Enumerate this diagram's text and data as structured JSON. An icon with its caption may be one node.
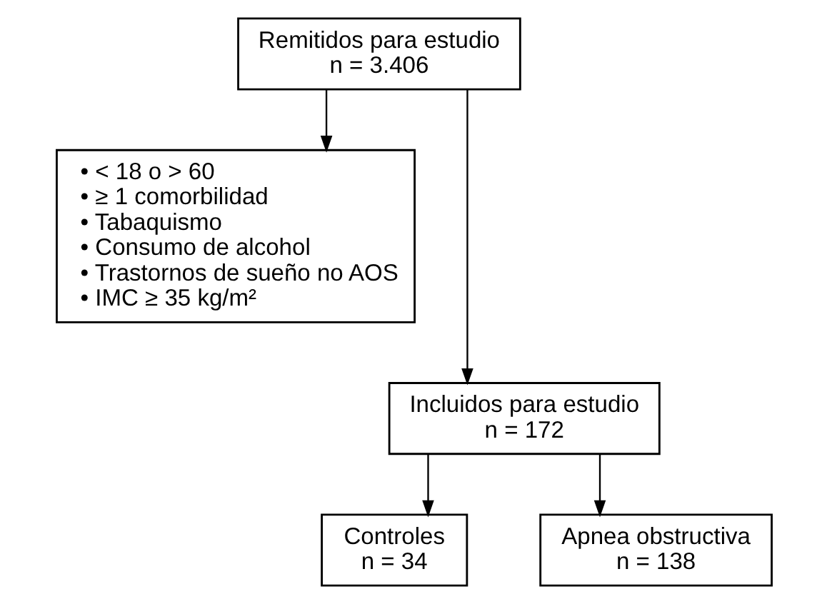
{
  "diagram": {
    "nodes": [
      {
        "text": [
          "Remitidos para estudio",
          "n = 3.406"
        ]
      },
      {
        "text": [
          "• < 18 o > 60",
          "• ≥ 1 comorbilidad",
          "• Tabaquismo",
          "• Consumo de alcohol",
          "• Trastornos de sueño no AOS",
          "• IMC ≥ 35 kg/m²"
        ]
      },
      {
        "text": [
          "Incluidos para estudio",
          "n = 172"
        ]
      },
      {
        "text": [
          "Controles",
          "n = 34"
        ]
      },
      {
        "text": [
          "Apnea obstructiva",
          "n = 138"
        ]
      }
    ],
    "edges": [
      {
        "from": 0,
        "to": 2,
        "arrow": "to"
      },
      {
        "from": 0,
        "to": 1,
        "arrow": "to"
      },
      {
        "from": 2,
        "to": 3,
        "arrow": "to"
      },
      {
        "from": 2,
        "to": 4,
        "arrow": "to"
      }
    ]
  }
}
